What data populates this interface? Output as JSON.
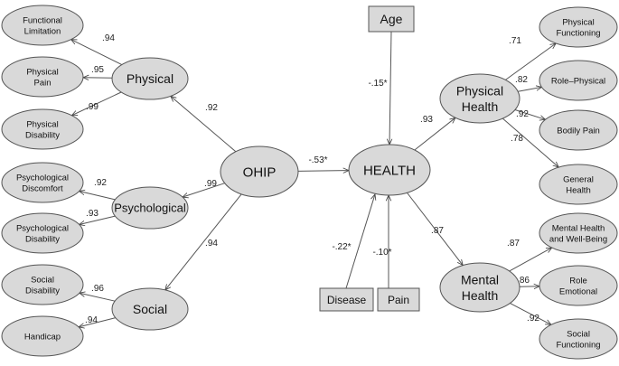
{
  "diagram": {
    "nodes": {
      "functional_limitation": [
        "Functional",
        "Limitation"
      ],
      "physical_pain": [
        "Physical",
        "Pain"
      ],
      "physical_disability": [
        "Physical",
        "Disability"
      ],
      "psychological_discomfort": [
        "Psychological",
        "Discomfort"
      ],
      "psychological_disability": [
        "Psychological",
        "Disability"
      ],
      "social_disability": [
        "Social",
        "Disability"
      ],
      "handicap": [
        "Handicap"
      ],
      "physical": [
        "Physical"
      ],
      "psychological": [
        "Psychological"
      ],
      "social": [
        "Social"
      ],
      "ohip": [
        "OHIP"
      ],
      "health": [
        "HEALTH"
      ],
      "age": [
        "Age"
      ],
      "disease": [
        "Disease"
      ],
      "pain": [
        "Pain"
      ],
      "physical_health": [
        "Physical",
        "Health"
      ],
      "mental_health": [
        "Mental",
        "Health"
      ],
      "physical_functioning": [
        "Physical",
        "Functioning"
      ],
      "role_physical": [
        "Role–Physical"
      ],
      "bodily_pain": [
        "Bodily Pain"
      ],
      "general_health": [
        "General",
        "Health"
      ],
      "mental_health_wellbeing": [
        "Mental Health",
        "and Well-Being"
      ],
      "role_emotional": [
        "Role",
        "Emotional"
      ],
      "social_functioning": [
        "Social",
        "Functioning"
      ]
    },
    "coefficients": {
      "physical_to_functional_limitation": ".94",
      "physical_to_physical_pain": ".95",
      "physical_to_physical_disability": ".99",
      "psychological_to_discomfort": ".92",
      "psychological_to_disability": ".93",
      "social_to_social_disability": ".96",
      "social_to_handicap": ".94",
      "ohip_to_physical": ".92",
      "ohip_to_psychological": ".99",
      "ohip_to_social": ".94",
      "ohip_to_health": "-.53*",
      "age_to_health": "-.15*",
      "disease_to_health": "-.22*",
      "pain_to_health": "-.10*",
      "health_to_physical_health": ".93",
      "health_to_mental_health": ".87",
      "physical_health_to_physical_functioning": ".71",
      "physical_health_to_role_physical": ".82",
      "physical_health_to_bodily_pain": ".92",
      "physical_health_to_general_health": ".78",
      "mental_health_to_wellbeing": ".87",
      "mental_health_to_role_emotional": ".86",
      "mental_health_to_social_functioning": ".92"
    }
  }
}
